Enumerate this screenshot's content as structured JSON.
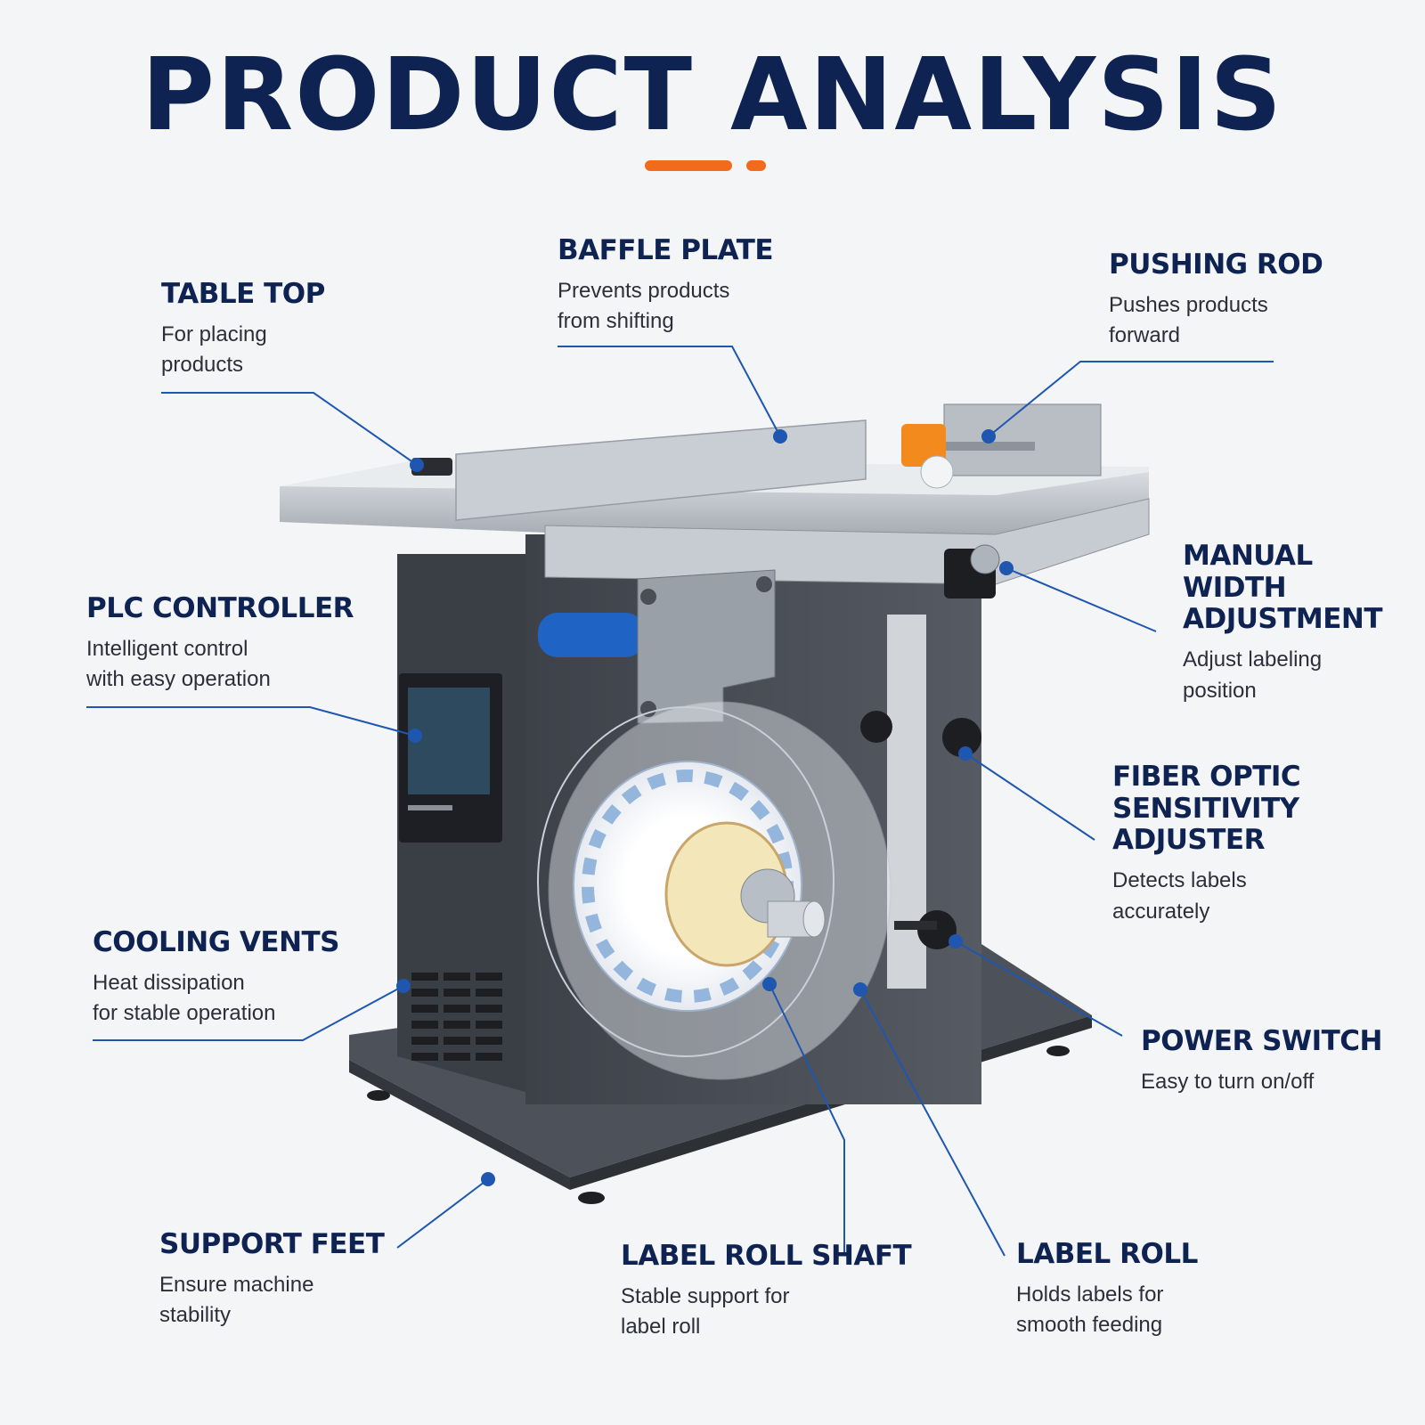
{
  "title": "PRODUCT ANALYSIS",
  "colors": {
    "title": "#0f2352",
    "accent": "#f26a1b",
    "leader": "#1e56b0",
    "machine_body": "#4a4e56",
    "table_top": "#b7bcc3"
  },
  "callouts": [
    {
      "id": "table-top",
      "title": "TABLE TOP",
      "desc": "For placing\nproducts"
    },
    {
      "id": "baffle-plate",
      "title": "BAFFLE PLATE",
      "desc": "Prevents products\nfrom shifting"
    },
    {
      "id": "pushing-rod",
      "title": "PUSHING ROD",
      "desc": "Pushes products\nforward"
    },
    {
      "id": "manual-width-adjustment",
      "title": "MANUAL WIDTH\nADJUSTMENT",
      "desc": "Adjust labeling\nposition"
    },
    {
      "id": "plc-controller",
      "title": "PLC CONTROLLER",
      "desc": "Intelligent control\nwith easy operation"
    },
    {
      "id": "fiber-optic-sensitivity-adjuster",
      "title": "FIBER OPTIC\nSENSITIVITY ADJUSTER",
      "desc": "Detects labels\naccurately"
    },
    {
      "id": "cooling-vents",
      "title": "COOLING VENTS",
      "desc": "Heat dissipation\nfor stable operation"
    },
    {
      "id": "power-switch",
      "title": "POWER SWITCH",
      "desc": "Easy to turn on/off"
    },
    {
      "id": "support-feet",
      "title": "SUPPORT FEET",
      "desc": "Ensure machine\nstability"
    },
    {
      "id": "label-roll-shaft",
      "title": "LABEL ROLL SHAFT",
      "desc": "Stable support for\nlabel roll"
    },
    {
      "id": "label-roll",
      "title": "LABEL ROLL",
      "desc": "Holds labels for\nsmooth feeding"
    }
  ]
}
